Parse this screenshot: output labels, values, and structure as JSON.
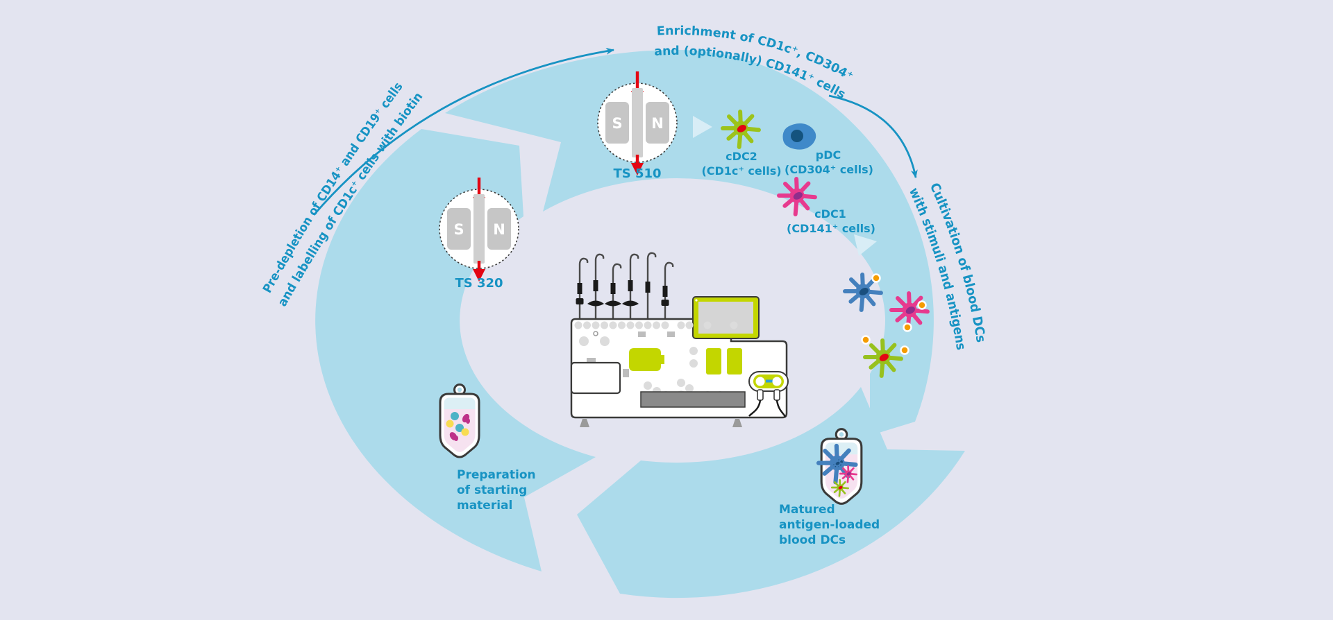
{
  "background_color": "#e3e4f0",
  "colors": {
    "ring_blue": "#acdbeb",
    "accent_text_teal": "#1793c3",
    "red": "#e30613",
    "lime_green": "#c3d600",
    "cdc2_green": "#9cc31a",
    "pdc_blue": "#3f89c9",
    "cdc1_pink": "#e73a8e",
    "mature_blue": "#4480bd",
    "antigen_orange": "#f59c00"
  },
  "texts": {
    "enrichment": {
      "line1": "Enrichment of CD1c⁺, CD304⁺",
      "line2": "and (optionally) CD141⁺ cells"
    },
    "predepletion": {
      "line1": "Pre-depletion of CD14⁺ and CD19⁺ cells",
      "line2": "and labelling of CD1c⁺ cells with biotin"
    },
    "cultivation": {
      "line1": "Cultivation of blood DCs",
      "line2": "with stimuli and antigens"
    },
    "preparation": {
      "line1": "Preparation",
      "line2": "of starting",
      "line3": "material"
    },
    "matured": {
      "line1": "Matured",
      "line2": "antigen-loaded",
      "line3": "blood DCs"
    },
    "ts320": "TS 320",
    "ts510": "TS 510",
    "magnet_south": "S",
    "magnet_north": "N",
    "cdc2": {
      "name": "cDC2",
      "subset": "(CD1c⁺ cells)"
    },
    "pdc": {
      "name": "pDC",
      "subset": "(CD304⁺ cells)"
    },
    "cdc1": {
      "name": "cDC1",
      "subset": "(CD141⁺ cells)"
    }
  }
}
